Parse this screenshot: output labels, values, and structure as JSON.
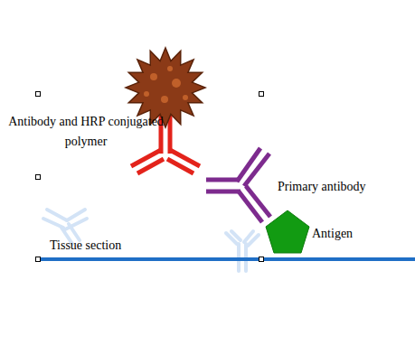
{
  "diagram": {
    "labels": [
      "Antibody and HRP conjugated polymer",
      "Primary antibody",
      "Antigen",
      "Tissue section"
    ]
  }
}
